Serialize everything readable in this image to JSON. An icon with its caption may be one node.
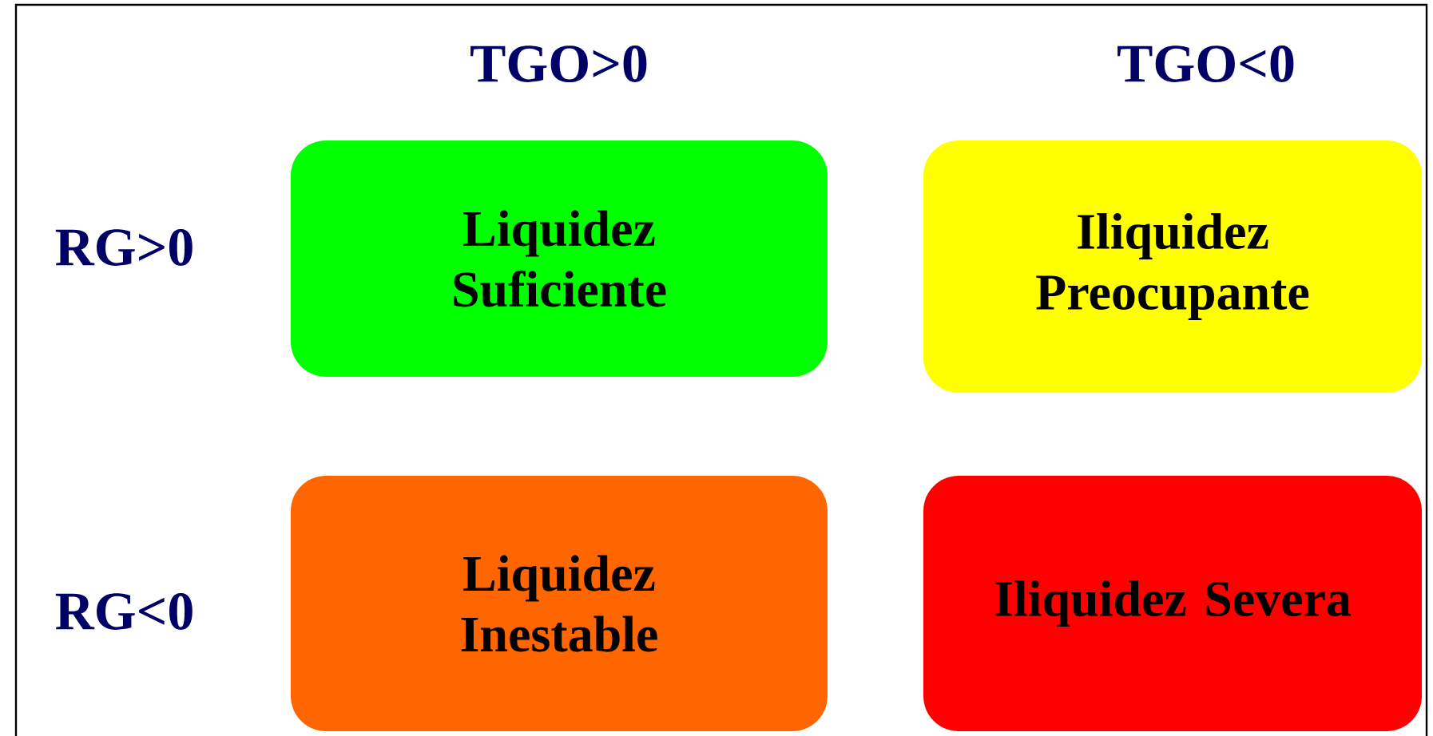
{
  "diagram": {
    "nodes": [
      {
        "text": [
          "Liquidez Suficiente"
        ]
      },
      {
        "text": [
          "Iliquidez Preocupante"
        ]
      },
      {
        "text": [
          "Liquidez Inestable"
        ]
      },
      {
        "text": [
          "Iliquidez Severa"
        ]
      }
    ],
    "labels": [
      "TGO>0",
      "TGO<0",
      "RG>0",
      "RG<0"
    ]
  }
}
